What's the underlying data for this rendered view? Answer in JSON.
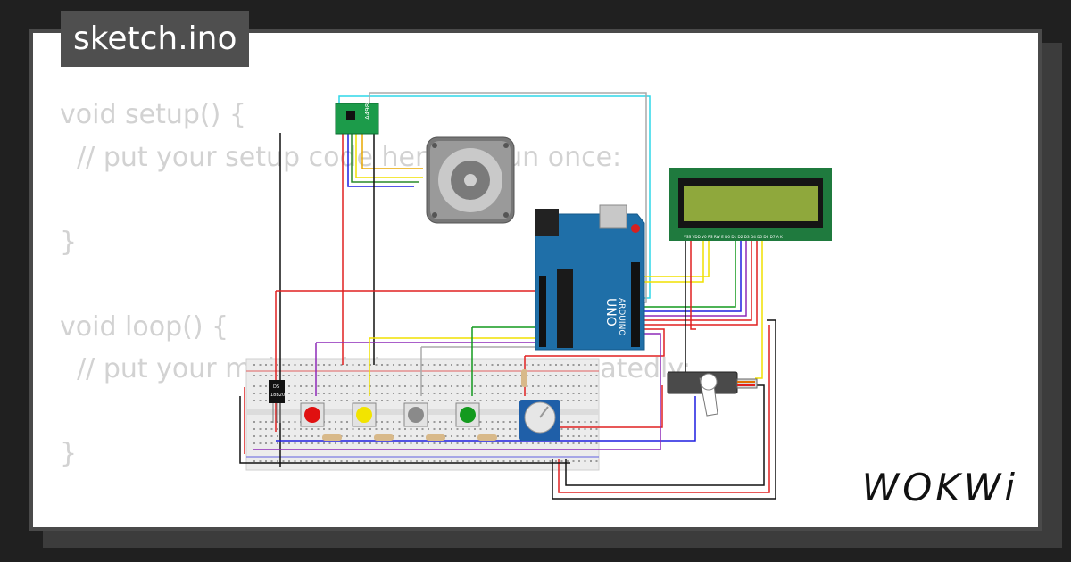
{
  "editor": {
    "filename": "sketch.ino",
    "code_lines": [
      "void setup() {",
      "  // put your setup code here, to run once:",
      "",
      "}",
      "",
      "void loop() {",
      "  // put your main code here, to run repeatedly:",
      "",
      "}"
    ]
  },
  "brand": {
    "name": "WOKWi"
  },
  "components": {
    "driver_label": "A4988",
    "sensor_label_1": "DS",
    "sensor_label_2": "18B20",
    "arduino_brand": "ARDUINO",
    "arduino_model": "UNO",
    "lcd_pins": "VSS VDD V0 RS RW E D0 D1 D2 D3 D4 D5 D6 D7 A K"
  },
  "colors": {
    "background": "#202020",
    "card": "#ffffff",
    "tab": "#4f4f4f",
    "arduino": "#1f6fa8",
    "lcd_frame": "#1f7a3e",
    "lcd_screen": "#8fa83c",
    "button_red": "#e01010",
    "button_yellow": "#f2e400",
    "button_gray": "#8a8a8a",
    "button_green": "#139a1e"
  }
}
